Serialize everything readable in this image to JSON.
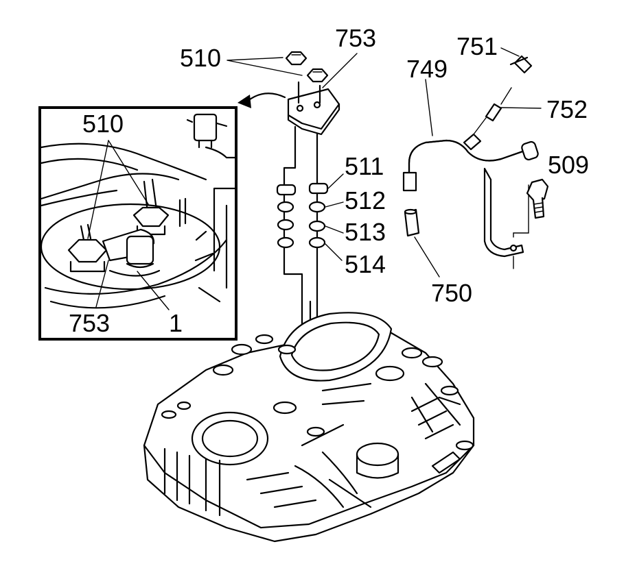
{
  "labels": {
    "nuts_top": "510",
    "bracket_top": "753",
    "fitting_751": "751",
    "pipe_749": "749",
    "fitting_752": "752",
    "bolt_509": "509",
    "grommet_511": "511",
    "washer_512": "512",
    "washer_513": "513",
    "washer_514": "514",
    "seal_750": "750",
    "inset_nuts": "510",
    "inset_bracket": "753",
    "inset_item": "1"
  },
  "colors": {
    "line": "#000000",
    "background": "#ffffff"
  },
  "icons": {
    "view_arrow": "curved-arrow-icon"
  }
}
